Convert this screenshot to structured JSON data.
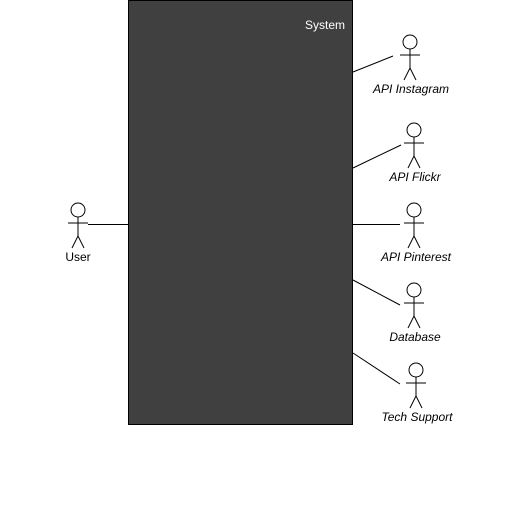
{
  "system": {
    "title": "System",
    "fill_color": "#404040",
    "border_color": "#000000"
  },
  "actors": {
    "user": {
      "label": "User",
      "side": "left"
    },
    "api_instagram": {
      "label": "API Instagram",
      "side": "right"
    },
    "api_flickr": {
      "label": "API Flickr",
      "side": "right"
    },
    "api_pinterest": {
      "label": "API Pinterest",
      "side": "right"
    },
    "database": {
      "label": "Database",
      "side": "right"
    },
    "tech_support": {
      "label": "Tech Support",
      "side": "right"
    }
  }
}
